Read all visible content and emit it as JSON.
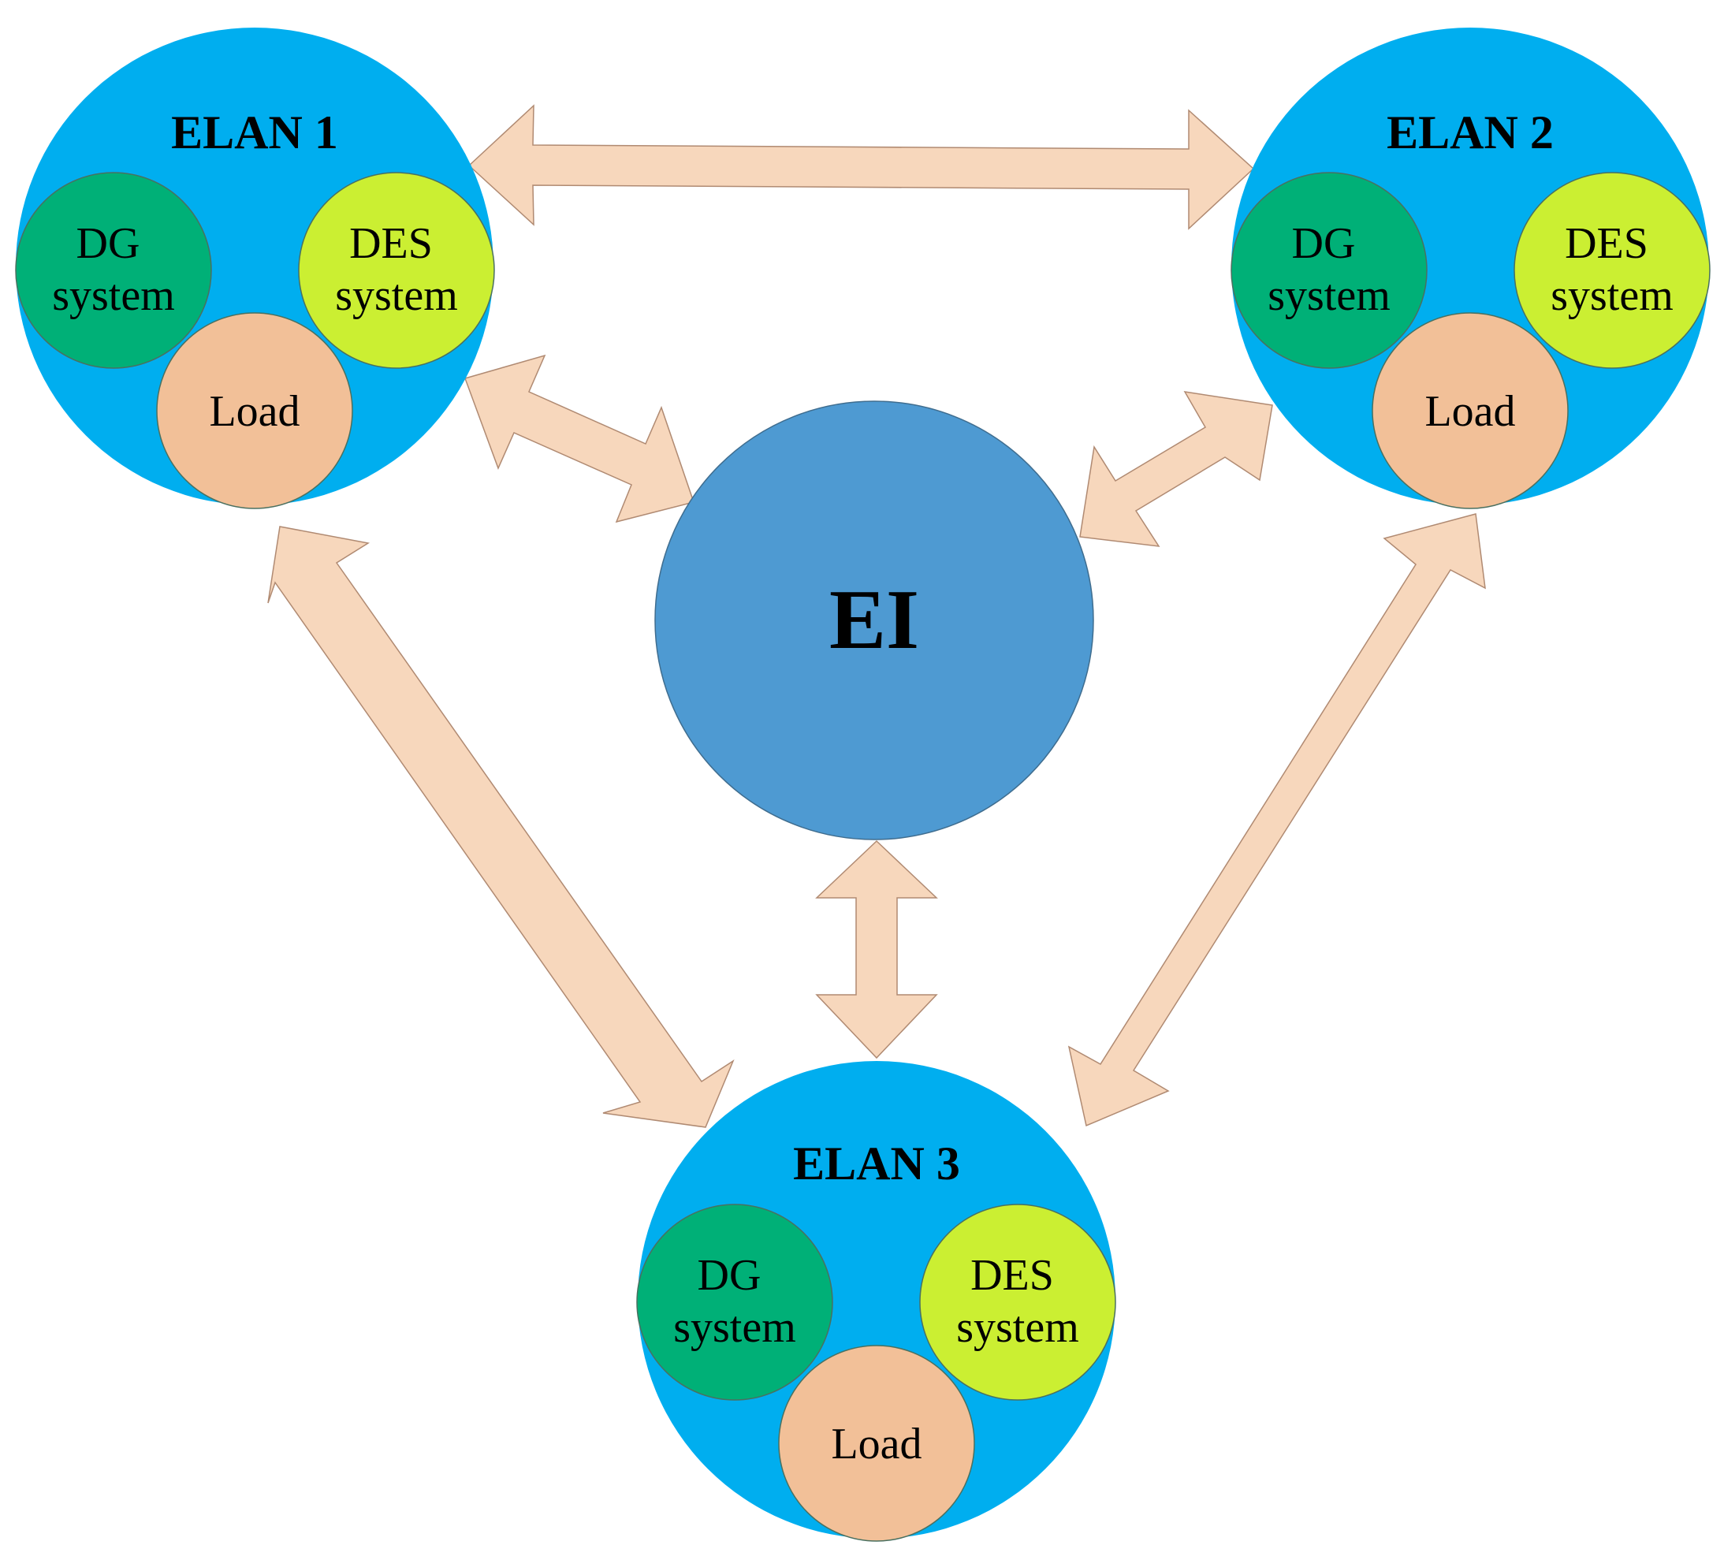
{
  "colors": {
    "elan_fill": "#00aeef",
    "ei_fill": "#4e9ad2",
    "dg_fill": "#00b077",
    "des_fill": "#cbef32",
    "load_fill": "#f2c098",
    "arrow_fill": "#f7d7bc"
  },
  "ei": {
    "label": "EI"
  },
  "elans": [
    {
      "title": "ELAN 1",
      "dg": [
        "DG",
        "system"
      ],
      "des": [
        "DES",
        "system"
      ],
      "load": "Load"
    },
    {
      "title": "ELAN 2",
      "dg": [
        "DG",
        "system"
      ],
      "des": [
        "DES",
        "system"
      ],
      "load": "Load"
    },
    {
      "title": "ELAN 3",
      "dg": [
        "DG",
        "system"
      ],
      "des": [
        "DES",
        "system"
      ],
      "load": "Load"
    }
  ],
  "connections": [
    {
      "from": "ELAN 1",
      "to": "ELAN 2",
      "direction": "bidirectional"
    },
    {
      "from": "ELAN 1",
      "to": "EI",
      "direction": "bidirectional"
    },
    {
      "from": "ELAN 2",
      "to": "EI",
      "direction": "bidirectional"
    },
    {
      "from": "EI",
      "to": "ELAN 3",
      "direction": "bidirectional"
    },
    {
      "from": "ELAN 1",
      "to": "ELAN 3",
      "direction": "bidirectional"
    },
    {
      "from": "ELAN 2",
      "to": "ELAN 3",
      "direction": "bidirectional"
    }
  ]
}
